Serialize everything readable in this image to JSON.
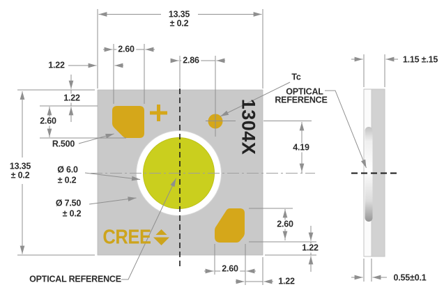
{
  "front_view": {
    "marking": "1304X",
    "brand_logo": "CREE",
    "tc_label": "Tc",
    "optical_reference_label": "OPTICAL REFERENCE",
    "dims": {
      "overall_width": "13.35",
      "overall_width_tol": "± 0.2",
      "overall_height": "13.35",
      "overall_height_tol": "± 0.2",
      "pad_width_top": "2.60",
      "tc_offset_from_center": "2.86",
      "pad_inset_left": "1.22",
      "pad_inset_top": "1.22",
      "pad_height_left": "2.60",
      "pad_corner_radius": "R.500",
      "emitting_area_dia": "Ø 6.0",
      "emitting_area_dia_tol": "± 0.2",
      "lens_ring_dia": "Ø 7.50",
      "lens_ring_dia_tol": "± 0.2",
      "tc_height_above_center": "4.19",
      "pad_height_right": "2.60",
      "pad_to_edge_right": "1.22",
      "pad_width_bottom": "2.60",
      "pad_to_edge_bottom": "1.22"
    }
  },
  "side_view": {
    "optical_reference_line1": "OPTICAL",
    "optical_reference_line2": "REFERENCE",
    "dims": {
      "overall_thickness": "1.15 ±.15",
      "substrate_thickness": "0.55±0.1"
    }
  },
  "colors": {
    "substrate_gray": "#c9c9c9",
    "side_substrate_gray": "#d2d2d2",
    "pad_gold": "#d5a71a",
    "phosphor_yellow": "#cacf1e",
    "dim_line_gray": "#8f8f8f",
    "centerline_black": "#1a1a1a",
    "text_dark": "#2a2a2a"
  }
}
